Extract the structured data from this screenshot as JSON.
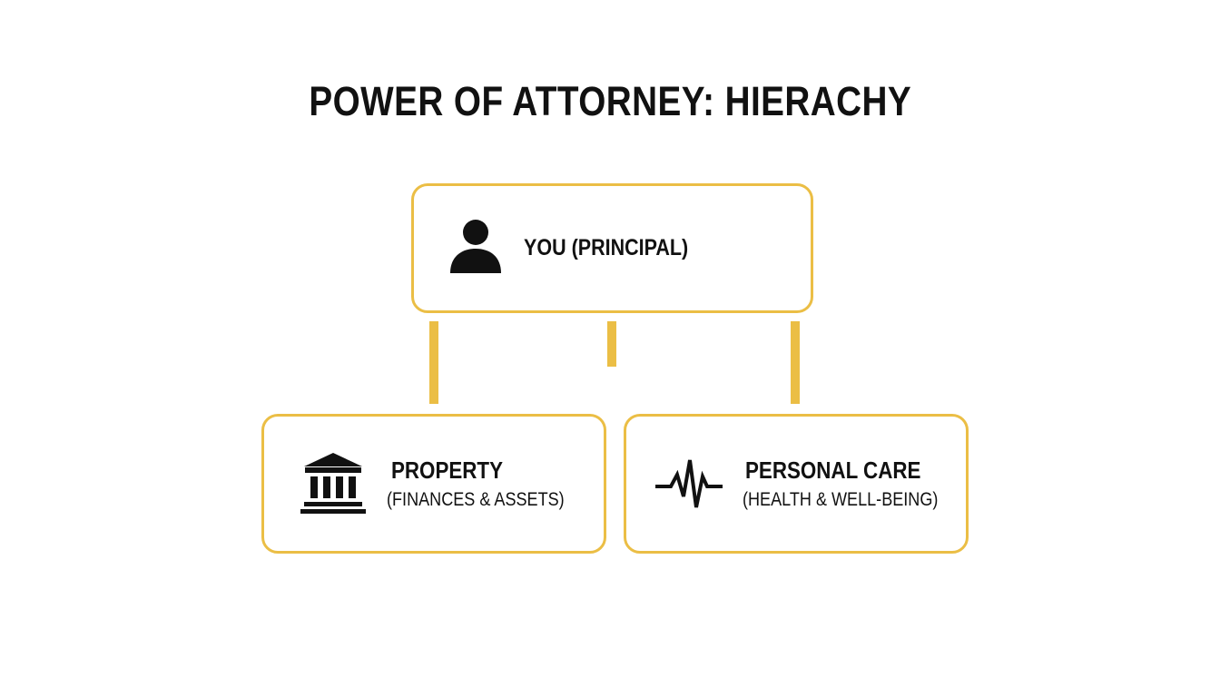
{
  "title": "POWER OF ATTORNEY: HIERACHY",
  "colors": {
    "accent": "#EBBE45",
    "text": "#111111",
    "background": "#FFFFFF"
  },
  "nodes": {
    "principal": {
      "label": "YOU (PRINCIPAL)",
      "icon": "person-icon"
    },
    "property": {
      "title": "PROPERTY",
      "subtitle": "(FINANCES & ASSETS)",
      "icon": "bank-icon"
    },
    "personal_care": {
      "title": "PERSONAL CARE",
      "subtitle": "(HEALTH & WELL-BEING)",
      "icon": "heartbeat-icon"
    }
  }
}
